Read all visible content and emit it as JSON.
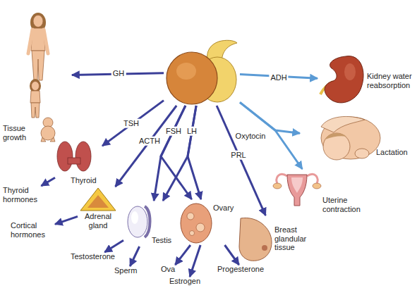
{
  "diagram": {
    "nodes": [
      {
        "text": []
      },
      {
        "text": [
          "Tissue growth"
        ]
      },
      {
        "text": [
          "Kidney water reabsorption"
        ]
      },
      {
        "text": [
          "Lactation"
        ]
      },
      {
        "text": [
          "Thyroid"
        ]
      },
      {
        "text": [
          "Adrenal gland"
        ]
      },
      {
        "text": [
          "Thyroid hormones"
        ]
      },
      {
        "text": [
          "Uterine contraction"
        ]
      },
      {
        "text": [
          "Cortical hormones"
        ]
      },
      {
        "text": [
          "Testis"
        ]
      },
      {
        "text": [
          "Ovary"
        ]
      },
      {
        "text": [
          "Breast glandular tissue"
        ]
      },
      {
        "text": [
          "Testosterone"
        ]
      },
      {
        "text": [
          "Sperm"
        ]
      },
      {
        "text": [
          "Ova"
        ]
      },
      {
        "text": [
          "Estrogen"
        ]
      },
      {
        "text": [
          "Progesterone"
        ]
      }
    ],
    "edges": [
      {
        "from": 0,
        "to": 1,
        "label": "GH",
        "arrow": "to"
      },
      {
        "from": 0,
        "to": 4,
        "label": "TSH",
        "arrow": "to"
      },
      {
        "from": 0,
        "to": 5,
        "label": "ACTH",
        "arrow": "to"
      },
      {
        "from": 0,
        "to": 9,
        "label": "FSH",
        "arrow": "to"
      },
      {
        "from": 0,
        "to": 10,
        "arrow": "to"
      },
      {
        "from": 0,
        "to": 10,
        "label": "LH",
        "arrow": "to"
      },
      {
        "from": 0,
        "to": 9,
        "arrow": "to"
      },
      {
        "from": 0,
        "to": 11,
        "label": "PRL",
        "arrow": "to"
      },
      {
        "from": 0,
        "to": 2,
        "label": "ADH",
        "arrow": "to"
      },
      {
        "from": 0,
        "to": 3,
        "label": "Oxytocin",
        "arrow": "to"
      },
      {
        "from": 0,
        "to": 7,
        "arrow": "to"
      },
      {
        "from": 4,
        "to": 6,
        "arrow": "to"
      },
      {
        "from": 5,
        "to": 8,
        "arrow": "to"
      },
      {
        "from": 9,
        "to": 12,
        "arrow": "to"
      },
      {
        "from": 9,
        "to": 13,
        "arrow": "to"
      },
      {
        "from": 10,
        "to": 14,
        "arrow": "to"
      },
      {
        "from": 10,
        "to": 15,
        "arrow": "to"
      },
      {
        "from": 10,
        "to": 16,
        "arrow": "to"
      }
    ]
  }
}
